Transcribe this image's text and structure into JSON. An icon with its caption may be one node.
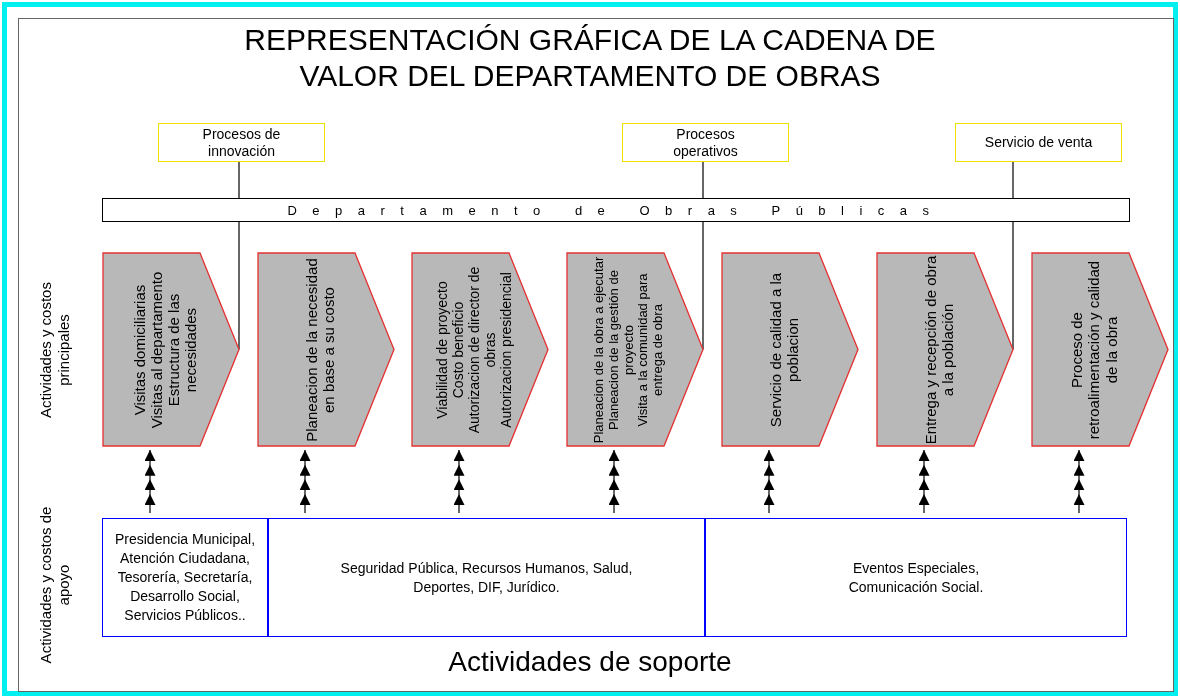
{
  "diagram": {
    "title": "REPRESENTACIÓN GRÁFICA DE LA CADENA DE VALOR DEL DEPARTAMENTO DE OBRAS",
    "nodes": [
      {
        "text": [
          "Departamento de Obras Públicas"
        ]
      },
      {
        "text": [
          "Procesos de innovación"
        ]
      },
      {
        "text": [
          "Procesos operativos"
        ]
      },
      {
        "text": [
          "Servicio de venta"
        ]
      },
      {
        "text": [
          "Visitas domiciliarias",
          "Visitas al departamento",
          "Estructura de las necesidades"
        ]
      },
      {
        "text": [
          "Planeacion de la necesidad en base a su costo"
        ]
      },
      {
        "text": [
          "Viabilidad de proyecto",
          "Costo beneficio",
          "Autorizacion de director de obras",
          "Autorizacion presidencial"
        ]
      },
      {
        "text": [
          "Planeacion de la obra a ejecutar",
          "Planeacion de la gestión de proyecto",
          "Visita a la comunidad para entrega de obra"
        ]
      },
      {
        "text": [
          "Servicio de calidad a la poblacion"
        ]
      },
      {
        "text": [
          "Entrega y recepción de obra a la población"
        ]
      },
      {
        "text": [
          "Proceso de retroalimentación y calidad de la obra"
        ]
      },
      {
        "text": [
          "Presidencia Municipal, Atención Ciudadana, Tesorería, Secretaría, Desarrollo Social, Servicios Públicos.."
        ]
      },
      {
        "text": [
          "Seguridad Pública, Recursos Humanos, Salud, Deportes, DIF, Jurídico."
        ]
      },
      {
        "text": [
          "Eventos Especiales, Comunicación Social."
        ]
      }
    ],
    "edges": [
      {
        "from": 1,
        "to": 4,
        "arrow": "none"
      },
      {
        "from": 2,
        "to": 7,
        "arrow": "none"
      },
      {
        "from": 3,
        "to": 9,
        "arrow": "none"
      },
      {
        "from": 11,
        "to": 4,
        "arrow": "to"
      },
      {
        "from": 12,
        "to": 5,
        "arrow": "to"
      },
      {
        "from": 12,
        "to": 6,
        "arrow": "to"
      },
      {
        "from": 12,
        "to": 7,
        "arrow": "to"
      },
      {
        "from": 13,
        "to": 8,
        "arrow": "to"
      },
      {
        "from": 13,
        "to": 9,
        "arrow": "to"
      },
      {
        "from": 13,
        "to": 10,
        "arrow": "to"
      }
    ],
    "labels": [
      "Actividades y costos principales",
      "Actividades y costos de apoyo",
      "Actividades de soporte"
    ]
  }
}
